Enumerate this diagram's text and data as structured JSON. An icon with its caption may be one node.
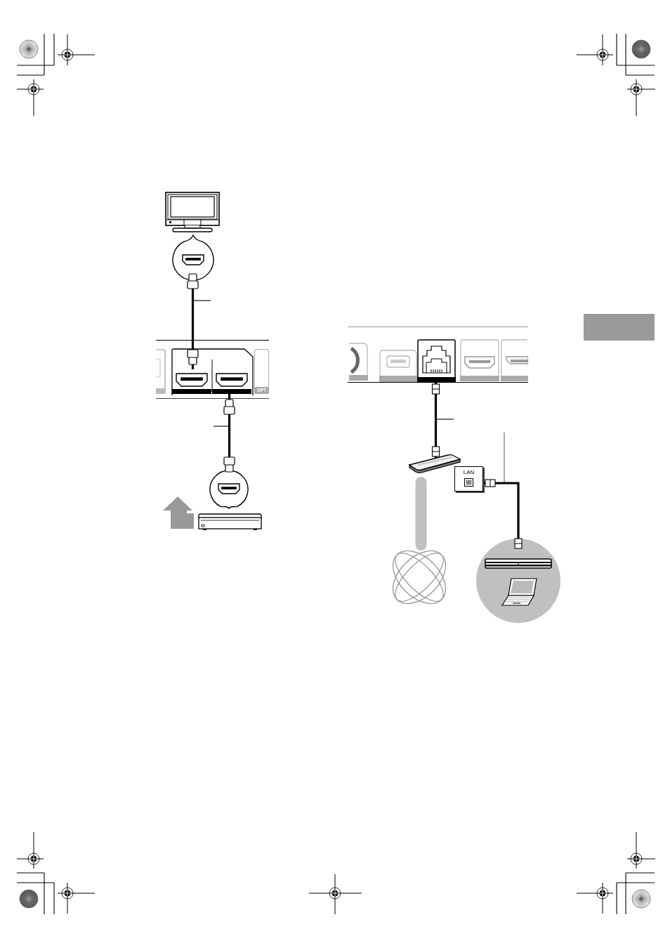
{
  "diagram": {
    "nodes": [
      {
        "text": [],
        "shape": "picture"
      },
      {
        "text": [],
        "shape": "circle"
      },
      {
        "text": [],
        "shape": "box"
      },
      {
        "text": [],
        "shape": "picture",
        "in": 2
      },
      {
        "text": [],
        "shape": "picture",
        "in": 2
      },
      {
        "text": [],
        "shape": "picture",
        "in": 2
      },
      {
        "text": [
          "OPT"
        ],
        "in": 2
      },
      {
        "text": [],
        "shape": "circle"
      },
      {
        "text": [],
        "shape": "picture"
      },
      {
        "text": [],
        "shape": "box"
      },
      {
        "text": [],
        "shape": "picture",
        "in": 9
      },
      {
        "text": [],
        "shape": "picture",
        "in": 9
      },
      {
        "text": [],
        "shape": "picture",
        "in": 9
      },
      {
        "text": [],
        "shape": "picture",
        "in": 9
      },
      {
        "text": [],
        "shape": "picture",
        "in": 9
      },
      {
        "text": [],
        "shape": "picture"
      },
      {
        "text": [
          "LAN"
        ]
      },
      {
        "text": [],
        "shape": "picture"
      },
      {
        "text": [],
        "shape": "circle"
      },
      {
        "text": [],
        "shape": "picture",
        "in": 18
      },
      {
        "text": [],
        "shape": "picture",
        "in": 18
      }
    ],
    "edges": [
      {
        "from": 1,
        "to": 4,
        "arrow": "other"
      },
      {
        "from": 5,
        "to": 7,
        "arrow": "other"
      },
      {
        "from": 12,
        "to": 15,
        "arrow": "other"
      },
      {
        "from": 16,
        "to": 18,
        "arrow": "other"
      },
      {
        "from": 15,
        "to": 17,
        "arrow": "none",
        "style": "thick",
        "color": "#c0c0c0"
      }
    ]
  }
}
